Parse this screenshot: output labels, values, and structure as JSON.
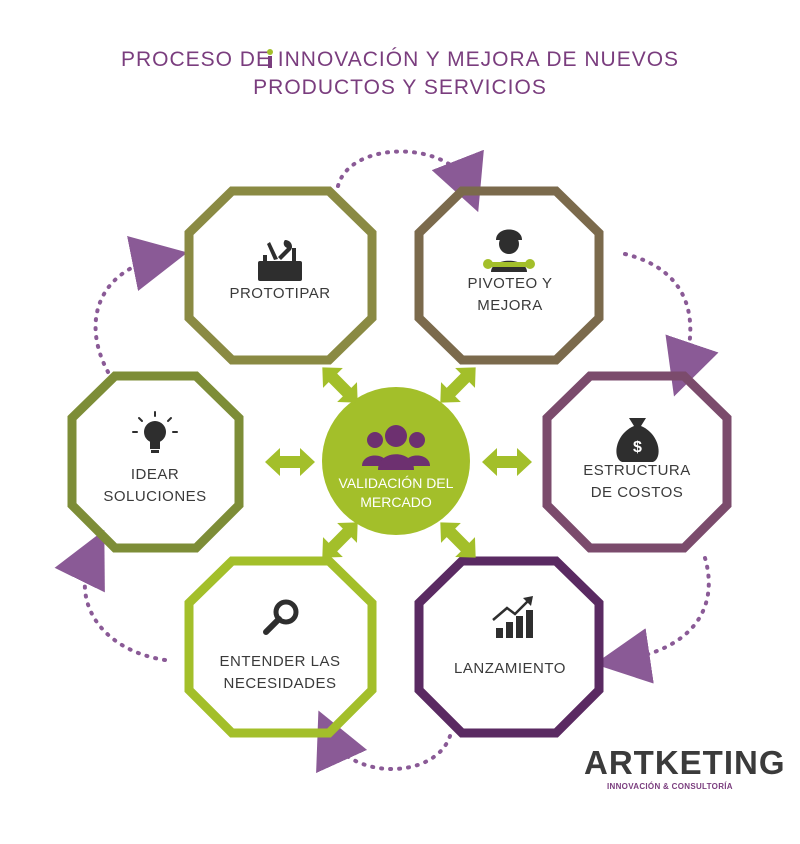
{
  "title": {
    "line1": "PROCESO DE  INNOVACIÓN Y MEJORA DE NUEVOS",
    "line2": "PRODUCTOS Y SERVICIOS"
  },
  "center": {
    "label_line1": "VALIDACIÓN DEL",
    "label_line2": "MERCADO",
    "color": "#a3bf2a"
  },
  "stages": [
    {
      "id": "prototipar",
      "line1": "PROTOTIPAR",
      "line2": "",
      "icon": "toolbox-icon",
      "color": "#8a8a43"
    },
    {
      "id": "pivoteo",
      "line1": "PIVOTEO Y",
      "line2": "MEJORA",
      "icon": "worker-wrench-icon",
      "color": "#7b6a4c"
    },
    {
      "id": "idear",
      "line1": "IDEAR",
      "line2": "SOLUCIONES",
      "icon": "lightbulb-icon",
      "color": "#7d8d37"
    },
    {
      "id": "estructura",
      "line1": "ESTRUCTURA",
      "line2": "DE COSTOS",
      "icon": "money-bag-icon",
      "color": "#7b4b6c"
    },
    {
      "id": "entender",
      "line1": "ENTENDER LAS",
      "line2": "NECESIDADES",
      "icon": "magnifier-icon",
      "color": "#a3bf2a"
    },
    {
      "id": "lanzamiento",
      "line1": "LANZAMIENTO",
      "line2": "",
      "icon": "growth-chart-icon",
      "color": "#5a2a62"
    }
  ],
  "logo": {
    "name": "ARTKETING",
    "tagline": "INNOVACIÓN & CONSULTORÍA"
  },
  "colors": {
    "title": "#7a3d7e",
    "arrows": "#a3bf2a",
    "dots": "#8a5a96"
  }
}
